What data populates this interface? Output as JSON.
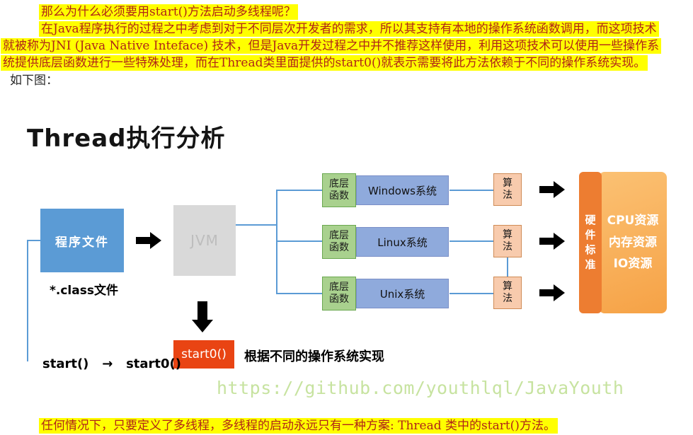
{
  "colors": {
    "highlight": "#ffff00",
    "paragraph_text": "#b02418",
    "program_box": "#5b9bd5",
    "jvm_box": "#d9d9d9",
    "native_layer_box": "#a9d18e",
    "os_box": "#8faadc",
    "algorithm_box": "#f8cbad",
    "hardware_strip": "#ed7d31",
    "resource_box": "#f6a246",
    "start0_box": "#e94413",
    "connector": "#5b9bd5",
    "watermark": "#c7e3a0"
  },
  "paragraph": {
    "line1": "那么为什么必须要用start()方法启动多线程呢？",
    "line2": "在Java程序执行的过程之中考虑到对于不同层次开发者的需求，所以其支持有本地的操作系统函数调用，而这项技术",
    "line3": "就被称为JNI (Java Native Inteface) 技术，但是Java开发过程之中并不推荐这样使用，利用这项技术可以使用一些操作系",
    "line4": "统提供底层函数进行一些特殊处理，而在Thread类里面提供的start0()就表示需要将此方法依赖于不同的操作系统实现。",
    "line5": "如下图："
  },
  "diagram": {
    "title": "Thread执行分析",
    "program_box": "程序文件",
    "program_caption": "*.class文件",
    "jvm_label": "JVM",
    "rows": [
      {
        "layer": "底层\n函数",
        "os": "Windows系统",
        "algo": "算\n法"
      },
      {
        "layer": "底层\n函数",
        "os": "Linux系统",
        "algo": "算\n法"
      },
      {
        "layer": "底层\n函数",
        "os": "Unix系统",
        "algo": "算\n法"
      }
    ],
    "hw_strip": "硬\n件\n标\n准",
    "resources": "CPU资源\n内存资源\nIO资源",
    "start0_box": "start0()",
    "start0_note": "根据不同的操作系统实现",
    "start_mapping": "start()   →   start0()",
    "watermark": "https://github.com/youthlql/JavaYouth"
  },
  "footer": "任何情况下，只要定义了多线程，多线程的启动永远只有一种方案: Thread 类中的start()方法。"
}
